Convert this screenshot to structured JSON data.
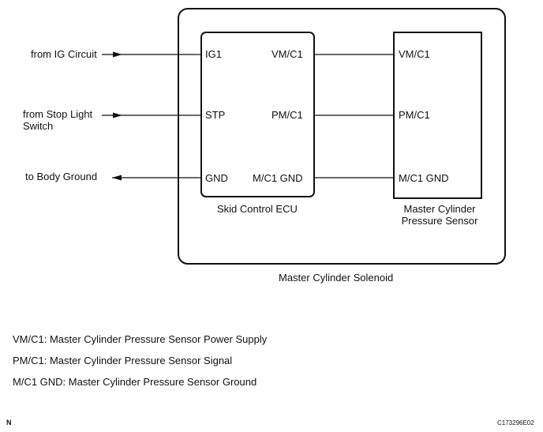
{
  "inputs": {
    "ig_circuit": "from IG Circuit",
    "stop_light_line1": "from Stop Light",
    "stop_light_line2": "Switch",
    "body_ground": "to Body Ground"
  },
  "ecu": {
    "label": "Skid Control ECU",
    "pins_left": [
      "IG1",
      "STP",
      "GND"
    ],
    "pins_right": [
      "VM/C1",
      "PM/C1",
      "M/C1 GND"
    ]
  },
  "sensor": {
    "label_line1": "Master Cylinder",
    "label_line2": "Pressure Sensor",
    "pins": [
      "VM/C1",
      "PM/C1",
      "M/C1 GND"
    ]
  },
  "solenoid": {
    "label": "Master Cylinder Solenoid"
  },
  "legend": [
    "VM/C1: Master Cylinder Pressure Sensor Power Supply",
    "PM/C1: Master Cylinder Pressure Sensor Signal",
    "M/C1 GND: Master Cylinder Pressure Sensor Ground"
  ],
  "footer": {
    "north": "N",
    "code": "C173296E02"
  }
}
